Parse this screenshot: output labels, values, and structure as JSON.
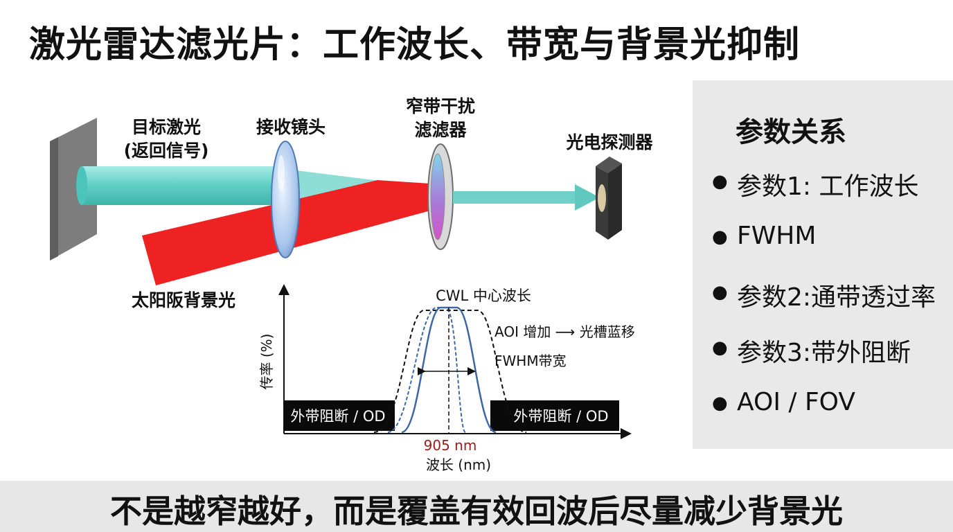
{
  "title": "激光雷达滤光片：工作波长、带宽与背景光抑制",
  "optics": {
    "target_label_line1": "目标激光",
    "target_label_line2": "(返回信号)",
    "lens_label": "接收镜头",
    "filter_label_line1": "窄带干扰",
    "filter_label_line2": "滤滤器",
    "detector_label": "光电探测器",
    "sunlight_label": "太阳阪背景光"
  },
  "spectrum": {
    "cwl_label": "CWL 中心波长",
    "aoi_label": "AOI 增加 ⟶ 光槽蓝移",
    "fwhm_label": "FWHM带宽",
    "ylabel": "传率 (%)",
    "xlabel": "波长 (nm)",
    "center_wavelength": "905 nm",
    "oob_left": "外带阻断 / OD",
    "oob_right": "外带阻断 / OD"
  },
  "side_panel": {
    "title": "参数关系",
    "items": [
      "参数1: 工作波长",
      "FWHM",
      "参数2:通带透过率",
      "参数3:带外阻断",
      "AOI / FOV"
    ]
  },
  "footer": "不是越窄越好，而是覆盖有效回波后尽量减少背景光",
  "colors": {
    "laser_beam": "#6fd6cf",
    "curve_blue": "#3b66a8",
    "center_label": "#9b1b1b"
  }
}
